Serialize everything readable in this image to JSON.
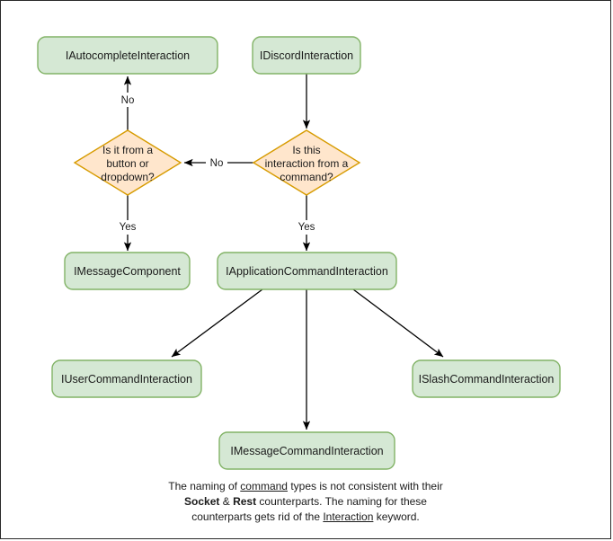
{
  "diagram": {
    "title": "Discord interaction type hierarchy flowchart",
    "colors": {
      "box_fill": "#d5e8d4",
      "box_stroke": "#82b366",
      "diamond_fill": "#ffe6cc",
      "diamond_stroke": "#d79b00",
      "edge": "#000000",
      "text": "#1a1a1a",
      "frame": "#2a2a2a"
    },
    "nodes": {
      "autocomplete": {
        "label": "IAutocompleteInteraction",
        "shape": "rounded-rect"
      },
      "discord": {
        "label": "IDiscordInteraction",
        "shape": "rounded-rect"
      },
      "decision_button": {
        "shape": "diamond",
        "lines": [
          "Is it from a",
          "button or",
          "dropdown?"
        ]
      },
      "decision_command": {
        "shape": "diamond",
        "lines": [
          "Is this",
          "interaction from a",
          "command?"
        ]
      },
      "message_component": {
        "label": "IMessageComponent",
        "shape": "rounded-rect"
      },
      "app_command": {
        "label": "IApplicationCommandInteraction",
        "shape": "rounded-rect"
      },
      "user_command": {
        "label": "IUserCommandInteraction",
        "shape": "rounded-rect"
      },
      "message_command": {
        "label": "IMessageCommandInteraction",
        "shape": "rounded-rect"
      },
      "slash_command": {
        "label": "ISlashCommandInteraction",
        "shape": "rounded-rect"
      }
    },
    "edge_labels": {
      "command_to_button": "No",
      "button_to_autocomplete": "No",
      "button_to_component": "Yes",
      "command_to_app": "Yes"
    },
    "caption": {
      "line1_a": "The naming of ",
      "line1_underline": "command",
      "line1_b": " types is not consistent with their",
      "line2_a": "Socket",
      "line2_amp": " & ",
      "line2_b": "Rest",
      "line2_c": " counterparts. The naming for these",
      "line3_a": "counterparts gets rid of the ",
      "line3_underline": "Interaction",
      "line3_b": " keyword."
    }
  }
}
